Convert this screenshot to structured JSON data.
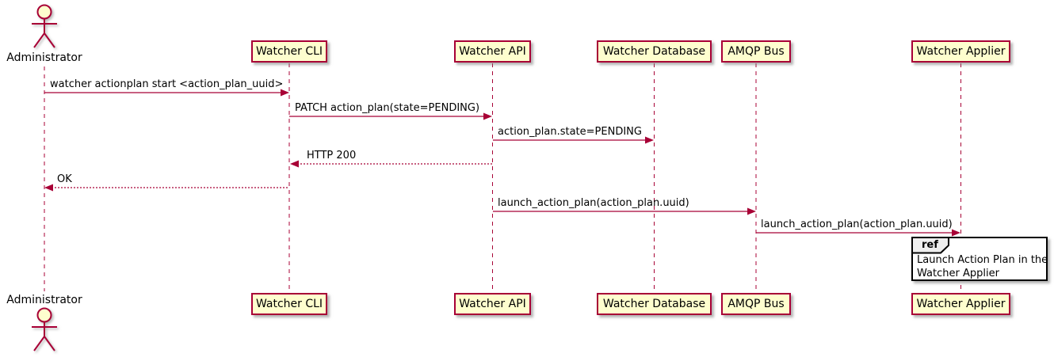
{
  "diagram": {
    "kind": "uml-sequence-diagram",
    "colors": {
      "participant_fill": "#FEFECE",
      "participant_border": "#A80036",
      "message_line": "#A80036",
      "lifeline": "#A80036",
      "text": "#000000",
      "ref_fill": "#FFFFFF",
      "ref_border": "#000000",
      "ref_tab_fill": "#EEEEEE"
    }
  },
  "actor": {
    "name": "Administrator"
  },
  "participants": [
    {
      "label": "Watcher CLI"
    },
    {
      "label": "Watcher API"
    },
    {
      "label": "Watcher Database"
    },
    {
      "label": "AMQP Bus"
    },
    {
      "label": "Watcher Applier"
    }
  ],
  "messages": [
    {
      "from": "Administrator",
      "to": "Watcher CLI",
      "text": "watcher actionplan start <action_plan_uuid>",
      "line": "solid",
      "direction": "right"
    },
    {
      "from": "Watcher CLI",
      "to": "Watcher API",
      "text": "PATCH action_plan(state=PENDING)",
      "line": "solid",
      "direction": "right"
    },
    {
      "from": "Watcher API",
      "to": "Watcher Database",
      "text": "action_plan.state=PENDING",
      "line": "solid",
      "direction": "right"
    },
    {
      "from": "Watcher API",
      "to": "Watcher CLI",
      "text": "HTTP 200",
      "line": "dashed",
      "direction": "left"
    },
    {
      "from": "Watcher CLI",
      "to": "Administrator",
      "text": "OK",
      "line": "dashed",
      "direction": "left"
    },
    {
      "from": "Watcher API",
      "to": "AMQP Bus",
      "text": "launch_action_plan(action_plan.uuid)",
      "line": "solid",
      "direction": "right"
    },
    {
      "from": "AMQP Bus",
      "to": "Watcher Applier",
      "text": "launch_action_plan(action_plan.uuid)",
      "line": "solid",
      "direction": "right"
    }
  ],
  "ref": {
    "keyword": "ref",
    "line1": "Launch Action Plan in the",
    "line2": "Watcher Applier"
  }
}
